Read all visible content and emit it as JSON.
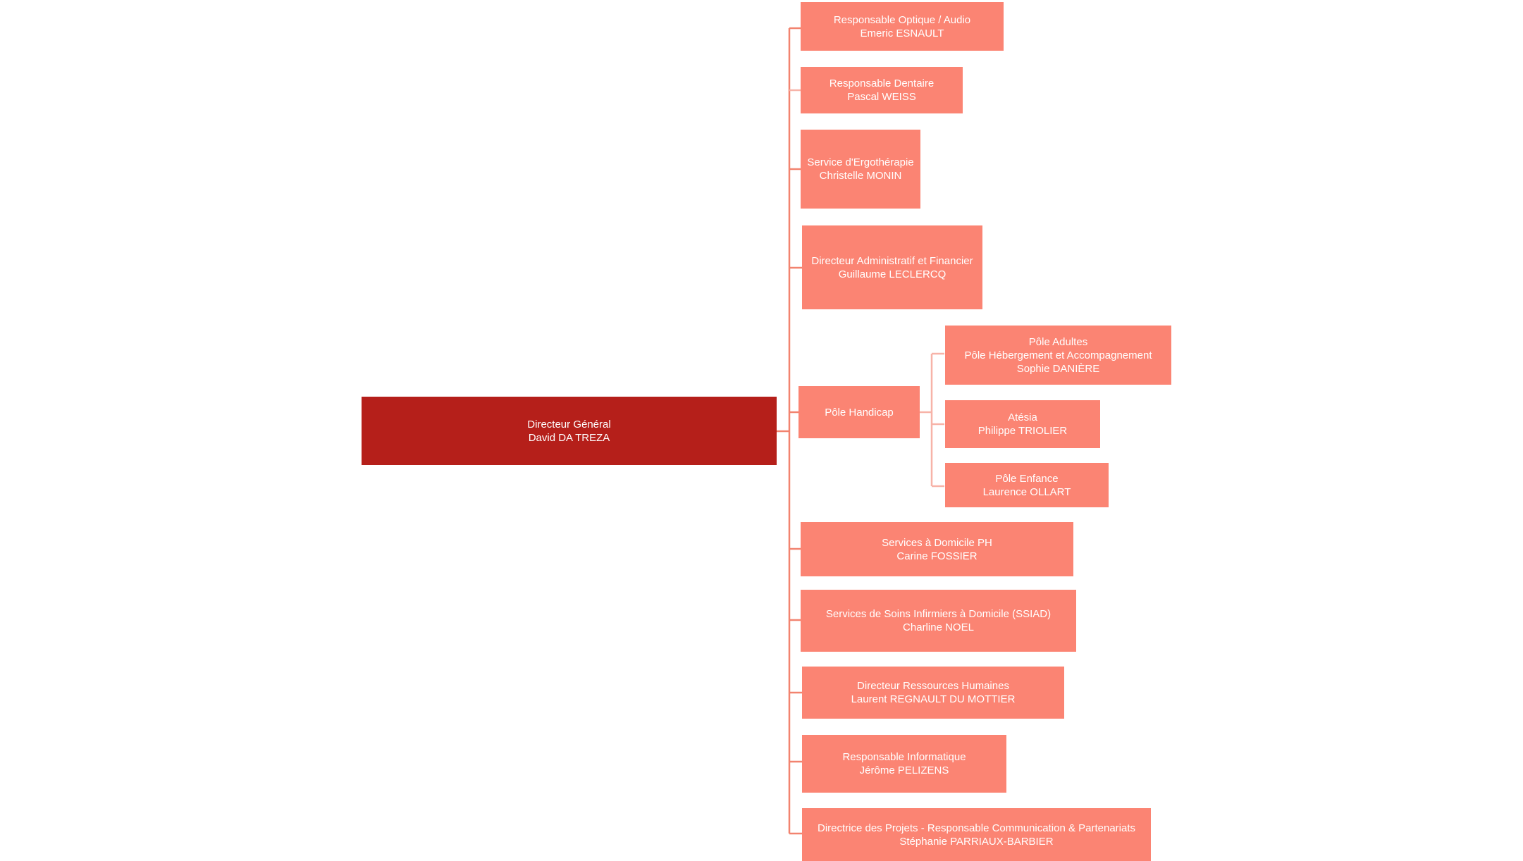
{
  "org_chart": {
    "root": {
      "title": "Directeur Général",
      "name": "David DA TREZA"
    },
    "children": [
      {
        "title": "Responsable Optique / Audio",
        "name": "Emeric ESNAULT"
      },
      {
        "title": "Responsable Dentaire",
        "name": "Pascal WEISS"
      },
      {
        "title": "Service d'Ergothérapie",
        "name": "Christelle MONIN"
      },
      {
        "title": "Directeur Administratif et Financier",
        "name": "Guillaume LECLERCQ"
      },
      {
        "title": "Pôle Handicap",
        "children": [
          {
            "title": "Pôle Adultes",
            "subtitle": "Pôle Hébergement et Accompagnement",
            "name": "Sophie DANIÈRE"
          },
          {
            "title": "Atésia",
            "name": "Philippe TRIOLIER"
          },
          {
            "title": "Pôle Enfance",
            "name": "Laurence OLLART"
          }
        ]
      },
      {
        "title": "Services à Domicile PH",
        "name": "Carine FOSSIER"
      },
      {
        "title": "Services de Soins Infirmiers à Domicile (SSIAD)",
        "name": "Charline NOEL"
      },
      {
        "title": "Directeur Ressources Humaines",
        "name": "Laurent REGNAULT DU MOTTIER"
      },
      {
        "title": "Responsable Informatique",
        "name": "Jérôme PELIZENS"
      },
      {
        "title": "Directrice des Projets - Responsable Communication & Partenariats",
        "name": "Stéphanie PARRIAUX-BARBIER"
      }
    ]
  },
  "colors": {
    "root_fill": "#b51f1a",
    "node_fill": "#fb8473",
    "connector": "#f2836f",
    "connector_light": "#f7b3a8",
    "text": "#ffffff"
  }
}
